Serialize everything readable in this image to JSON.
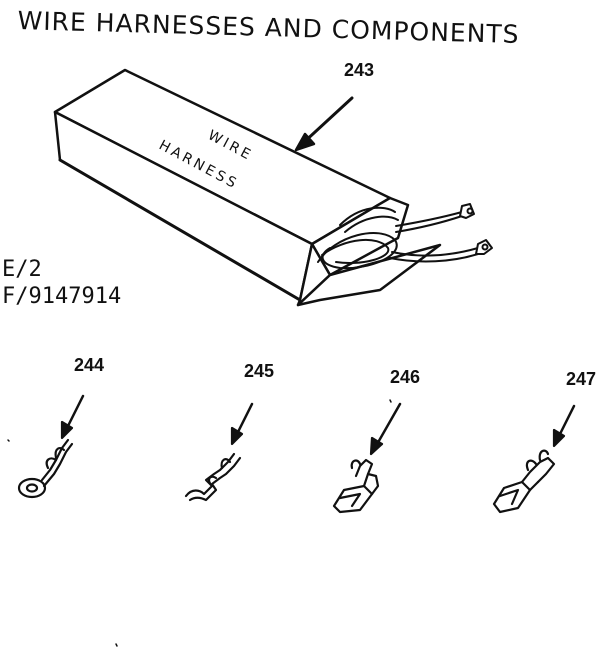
{
  "title": "WIRE HARNESSES AND COMPONENTS",
  "diagram_codes": [
    "E/2",
    "F/9147914"
  ],
  "box_label_lines": [
    "WIRE",
    "HARNESS"
  ],
  "parts": [
    {
      "number": "243",
      "description": "wire-harness-box"
    },
    {
      "number": "244",
      "description": "ring-terminal"
    },
    {
      "number": "245",
      "description": "spade-terminal"
    },
    {
      "number": "246",
      "description": "female-quick-connect-terminal"
    },
    {
      "number": "247",
      "description": "flag-terminal"
    }
  ],
  "colors": {
    "ink": "#111111",
    "paper": "#ffffff"
  }
}
